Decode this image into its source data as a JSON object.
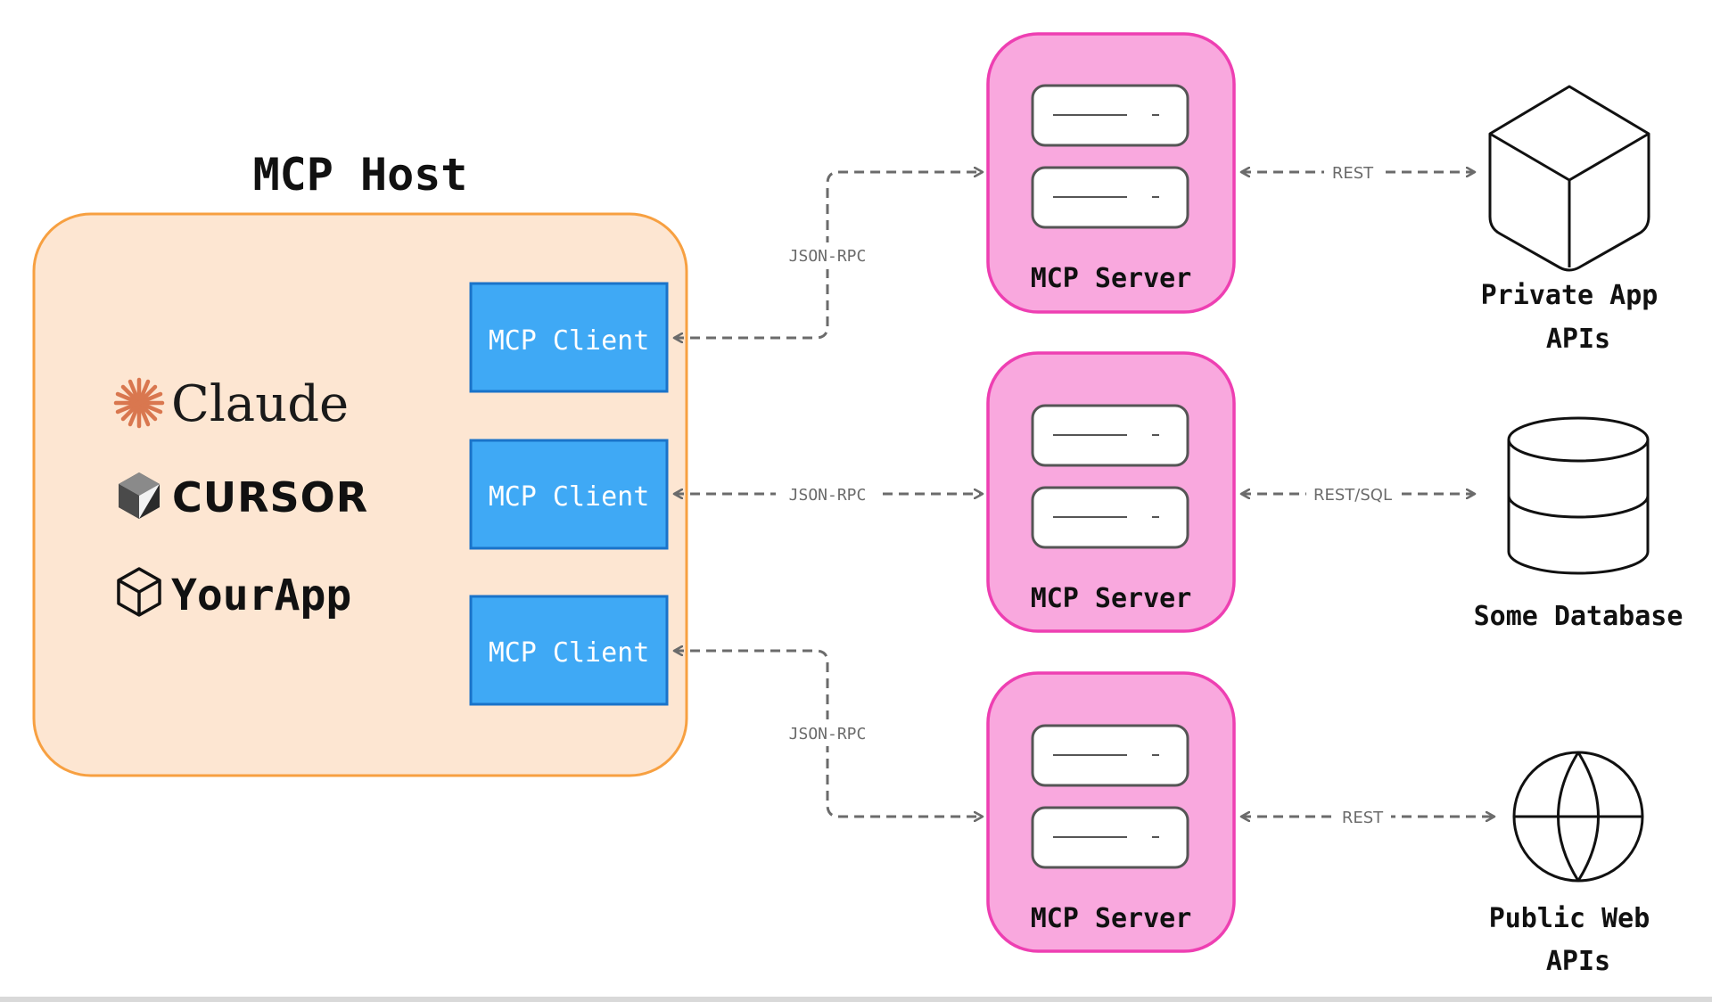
{
  "host": {
    "title": "MCP Host",
    "apps": [
      "Claude",
      "CURSOR",
      "YourApp"
    ],
    "clients": [
      "MCP Client",
      "MCP Client",
      "MCP Client"
    ]
  },
  "servers": [
    "MCP Server",
    "MCP Server",
    "MCP Server"
  ],
  "protocols": {
    "client_server": [
      "JSON-RPC",
      "JSON-RPC",
      "JSON-RPC"
    ],
    "server_resource": [
      "REST",
      "REST/SQL",
      "REST"
    ]
  },
  "resources": {
    "private": [
      "Private App",
      "APIs"
    ],
    "database": "Some Database",
    "public": [
      "Public Web",
      "APIs"
    ]
  },
  "colors": {
    "host_fill": "#FDE6D2",
    "host_stroke": "#F7A041",
    "client_fill": "#3FA9F5",
    "client_stroke": "#1A73C9",
    "server_fill": "#F9A8DE",
    "server_stroke": "#EE3FB2",
    "connector": "#6B6B6B",
    "claude_orange": "#D9774F"
  },
  "icons": {
    "claude": "claude-asterisk-icon",
    "cursor": "cursor-cube-icon",
    "yourapp": "cube-outline-icon",
    "server_rack": "server-rack-icon",
    "private_api": "cube-icon",
    "database": "database-cylinder-icon",
    "web": "globe-icon"
  }
}
